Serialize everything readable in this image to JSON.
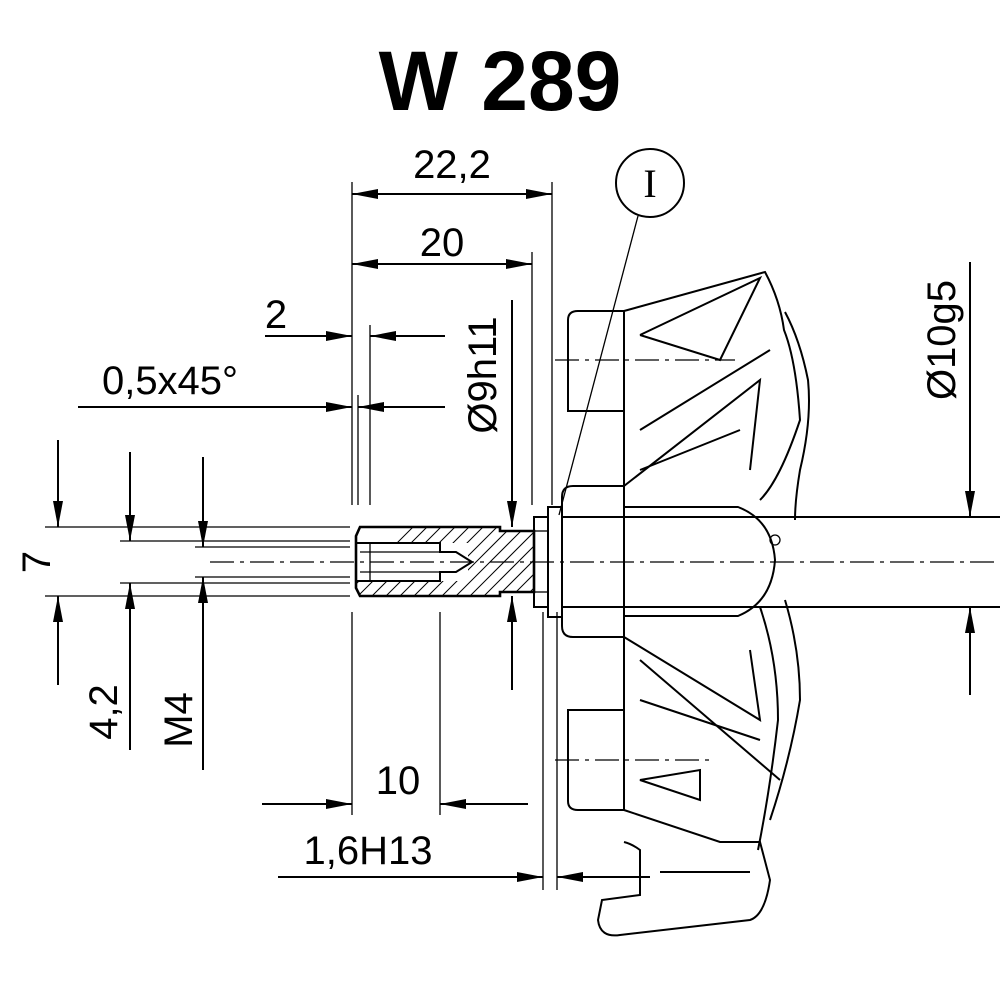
{
  "title": "W 289",
  "detail_marker": "I",
  "dimensions": {
    "overall_length": "22,2",
    "shaft_length": "20",
    "chamfer_offset": "2",
    "chamfer": "0,5x45°",
    "thread_depth": "10",
    "groove_width": "1,6H13",
    "shaft_height": "7",
    "bore_diameter": "4,2",
    "thread_size": "M4",
    "shaft_diameter": "Ø9h11",
    "hub_diameter": "Ø10g5"
  }
}
